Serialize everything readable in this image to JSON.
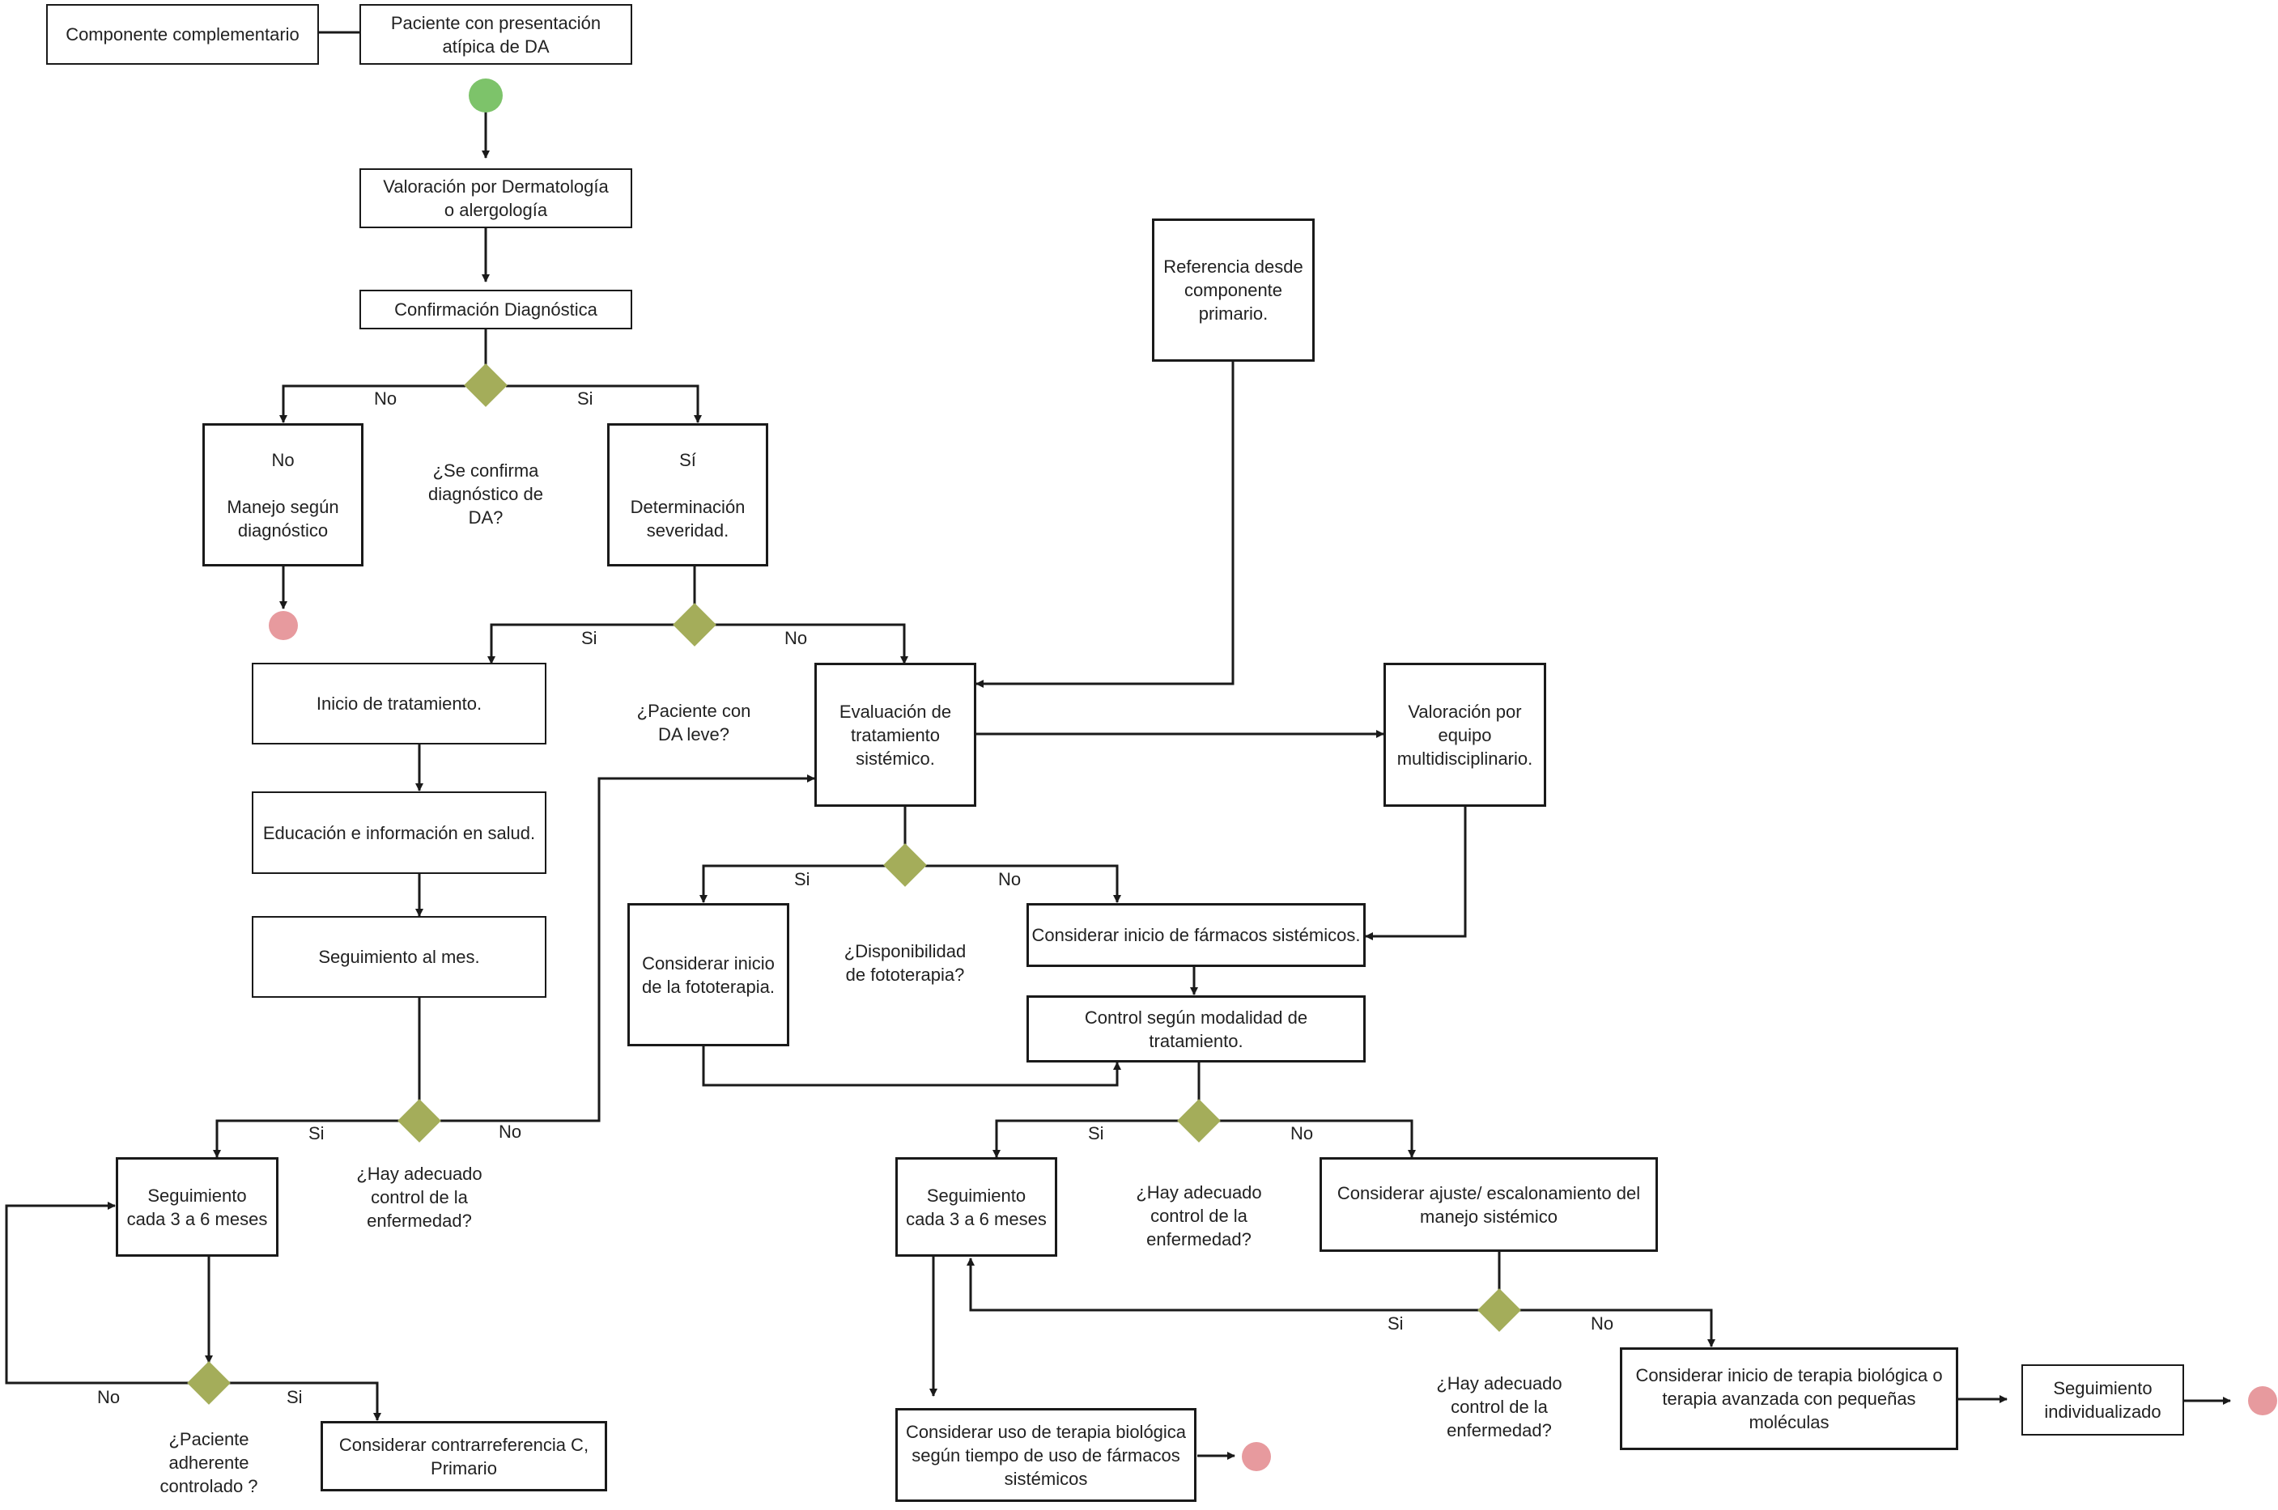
{
  "nodes": {
    "complementario": "Componente complementario",
    "paciente_atipica": "Paciente con presentación\natípica de DA",
    "valoracion_derm": "Valoración por Dermatología\no alergología",
    "confirmacion": "Confirmación Diagnóstica",
    "no_manejo": "No\n\nManejo según\ndiagnóstico",
    "si_determinacion": "Sí\n\nDeterminación\nseveridad.",
    "referencia": "Referencia desde\ncomponente\nprimario.",
    "inicio_tratamiento": "Inicio de tratamiento.",
    "educacion": "Educación e información en salud.",
    "seguimiento_mes": "Seguimiento al mes.",
    "evaluacion_sistemico": "Evaluación de\ntratamiento\nsistémico.",
    "valoracion_multi": "Valoración por\nequipo\nmultidisciplinario.",
    "fototerapia": "Considerar inicio\nde la fototerapia.",
    "farmacos_sistemicos": "Considerar inicio de fármacos sistémicos.",
    "control_modalidad": "Control según modalidad de\ntratamiento.",
    "seguimiento_3_6_left": "Seguimiento\ncada 3 a 6 meses",
    "contrarreferencia": "Considerar contrarreferencia C,\nPrimario",
    "seguimiento_3_6_mid": "Seguimiento\ncada 3 a 6 meses",
    "ajuste": "Considerar ajuste/ escalonamiento del\nmanejo sistémico",
    "terapia_biologica_uso": "Considerar uso de terapia biológica\nsegún tiempo de uso de fármacos\nsistémicos",
    "terapia_biologica_inicio": "Considerar inicio de terapia biológica o\nterapia avanzada con pequeñas\nmoléculas",
    "seguimiento_individualizado": "Seguimiento\nindividualizado"
  },
  "questions": {
    "q_confirma": "¿Se confirma\ndiagnóstico de\nDA?",
    "q_leve": "¿Paciente con\nDA leve?",
    "q_fototerapia": "¿Disponibilidad\nde fototerapia?",
    "q_control_left": "¿Hay adecuado\ncontrol de la\nenfermedad?",
    "q_adherente": "¿Paciente\nadherente\ncontrolado ?",
    "q_control_mid": "¿Hay adecuado\ncontrol de la\nenfermedad?",
    "q_control_right": "¿Hay adecuado\ncontrol de la\nenfermedad?"
  },
  "branch_labels": {
    "no": "No",
    "si": "Si"
  },
  "colors": {
    "start_dot": "#7dc36a",
    "end_dot": "#e79a9e",
    "decision_diamond": "#a4ad5a",
    "line": "#1a1a1a"
  }
}
